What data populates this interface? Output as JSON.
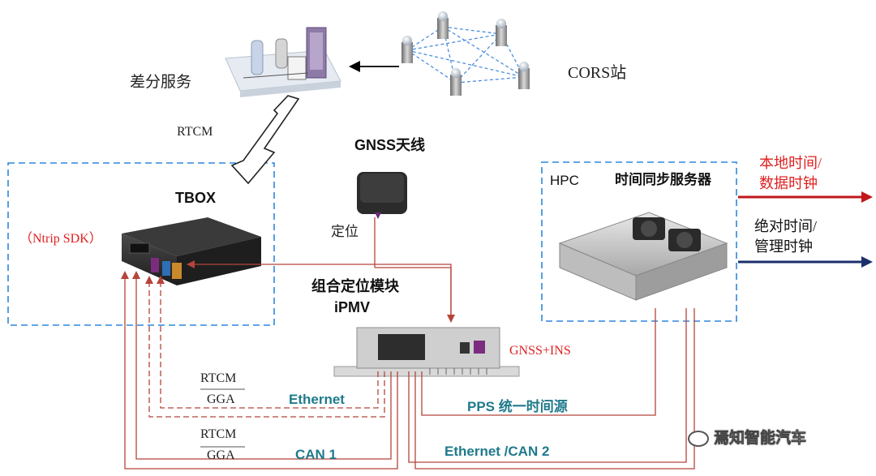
{
  "labels": {
    "diff_service": "差分服务",
    "cors": "CORS站",
    "rtcm_top": "RTCM",
    "gnss_antenna": "GNSS天线",
    "tbox": "TBOX",
    "ntrip": "（Ntrip SDK）",
    "positioning": "定位",
    "module_title": "组合定位模块",
    "module_name": "iPMV",
    "gnss_ins": "GNSS+INS",
    "hpc": "HPC",
    "time_server": "时间同步服务器",
    "local_time_1": "本地时间/",
    "local_time_2": "数据时钟",
    "abs_time_1": "绝对时间/",
    "abs_time_2": "管理时钟",
    "rtcm_eth": "RTCM",
    "gga_eth": "GGA",
    "ethernet": "Ethernet",
    "rtcm_can": "RTCM",
    "gga_can": "GGA",
    "can1": "CAN 1",
    "pps": "PPS 统一时间源",
    "eth_can2": "Ethernet /CAN 2",
    "watermark": "焉知智能汽车"
  },
  "colors": {
    "dashed_box": "#2e86de",
    "wire": "#b5443a",
    "red_text": "#e02020",
    "teal_text": "#1f7a8c",
    "navy_arrow": "#1a2f6b",
    "red_arrow": "#c0171a"
  }
}
